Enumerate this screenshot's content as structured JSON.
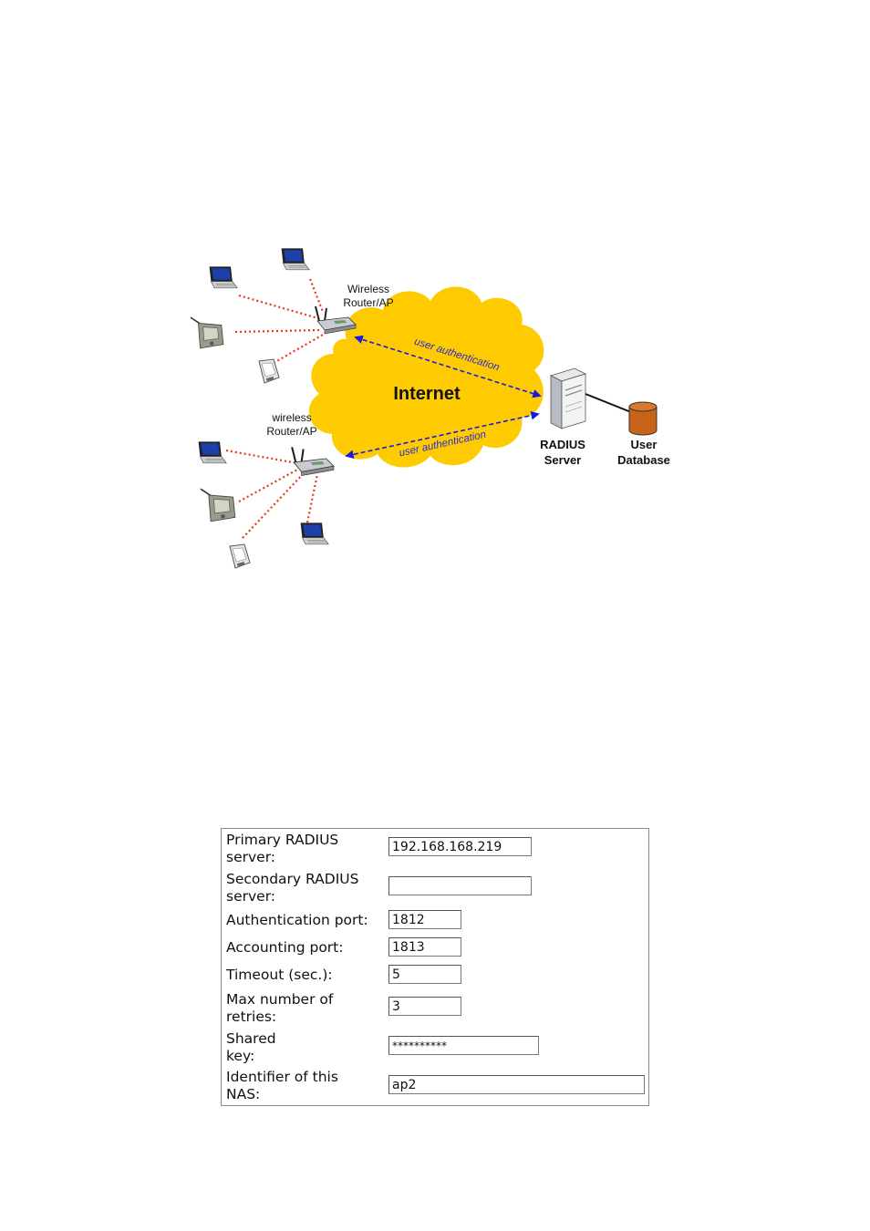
{
  "diagram": {
    "cloud_label": "Internet",
    "router1_label": [
      "Wireless",
      "Router/AP"
    ],
    "router2_label": [
      "wireless",
      "Router/AP"
    ],
    "link1_label": "user authentication",
    "link2_label": "user authentication",
    "radius_label": [
      "RADIUS",
      "Server"
    ],
    "db_label": [
      "User",
      "Database"
    ],
    "colors": {
      "cloud": "#fdcb00",
      "wireless_link": "#e8361a",
      "auth_arrow": "#1a1ae0",
      "database": "#c8631a"
    }
  },
  "form": {
    "primary_label": [
      "Primary RADIUS",
      "server:"
    ],
    "primary_value": "192.168.168.219",
    "secondary_label": [
      "Secondary RADIUS",
      "server:"
    ],
    "secondary_value": "",
    "auth_port_label": "Authentication port:",
    "auth_port_value": "1812",
    "acct_port_label": "Accounting port:",
    "acct_port_value": "1813",
    "timeout_label": "Timeout (sec.):",
    "timeout_value": "5",
    "retries_label": [
      "Max number of",
      "retries:"
    ],
    "retries_value": "3",
    "shared_key_label": [
      "Shared",
      "key:"
    ],
    "shared_key_value": "**********",
    "nas_label": [
      "Identifier of this",
      "NAS:"
    ],
    "nas_value": "ap2"
  }
}
